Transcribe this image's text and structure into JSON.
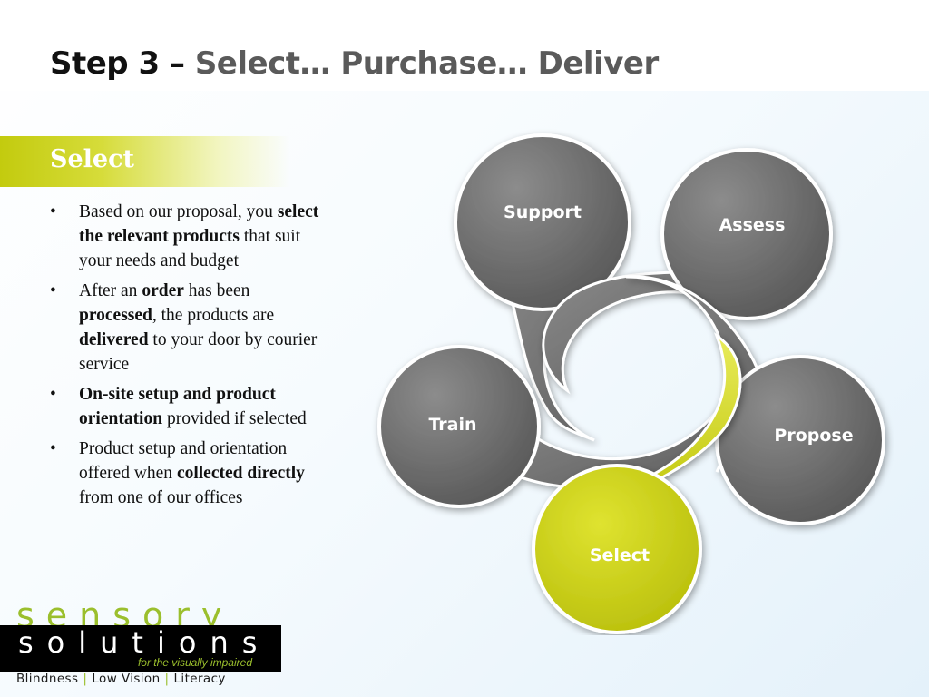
{
  "slide": {
    "title_lead": "Step 3 – ",
    "title_rest": "Select… Purchase… Deliver",
    "section_title": "Select"
  },
  "bullets": [
    {
      "parts": [
        {
          "text": "Based on our proposal, you ",
          "bold": false
        },
        {
          "text": "select the relevant products",
          "bold": true
        },
        {
          "text": " that suit your needs and budget",
          "bold": false
        }
      ]
    },
    {
      "parts": [
        {
          "text": "After an ",
          "bold": false
        },
        {
          "text": "order",
          "bold": true
        },
        {
          "text": " has been ",
          "bold": false
        },
        {
          "text": "processed",
          "bold": true
        },
        {
          "text": ", the products are ",
          "bold": false
        },
        {
          "text": "delivered",
          "bold": true
        },
        {
          "text": " to your door by courier service",
          "bold": false
        }
      ]
    },
    {
      "parts": [
        {
          "text": "On-site setup and product orientation",
          "bold": true
        },
        {
          "text": " provided if selected",
          "bold": false
        }
      ]
    },
    {
      "parts": [
        {
          "text": "Product setup and orientation offered when ",
          "bold": false
        },
        {
          "text": "collected directly",
          "bold": true
        },
        {
          "text": " from one of our offices",
          "bold": false
        }
      ]
    }
  ],
  "cycle": {
    "stages": [
      "Support",
      "Assess",
      "Propose",
      "Select",
      "Train"
    ],
    "active_stage": "Select",
    "colors": {
      "active": "#c8ce10",
      "inactive": "#6d6d6d",
      "band": "#c3cb0e"
    }
  },
  "logo": {
    "word1": "sensory",
    "word2": "solutions",
    "tagline": "for the visually impaired",
    "footer": [
      "Blindness",
      "Low Vision",
      "Literacy"
    ],
    "accent_color": "#9bbf2d"
  }
}
